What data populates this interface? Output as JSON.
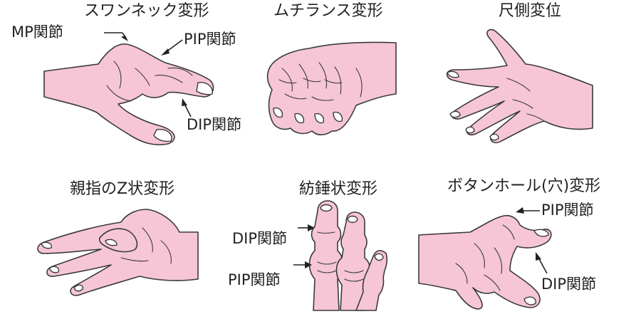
{
  "panels": [
    {
      "title": "スワンネック変形",
      "annotations": [
        "MP関節",
        "PIP関節",
        "DIP関節"
      ]
    },
    {
      "title": "ムチランス変形",
      "annotations": []
    },
    {
      "title": "尺側変位",
      "annotations": []
    },
    {
      "title": "親指のZ状変形",
      "annotations": []
    },
    {
      "title": "紡錘状変形",
      "annotations": [
        "DIP関節",
        "PIP関節"
      ]
    },
    {
      "title": "ボタンホール(穴)変形",
      "annotations": [
        "PIP関節",
        "DIP関節"
      ]
    }
  ],
  "colors": {
    "skin": "#f6c6d6",
    "outline": "#3a3a3a",
    "text": "#222222"
  }
}
